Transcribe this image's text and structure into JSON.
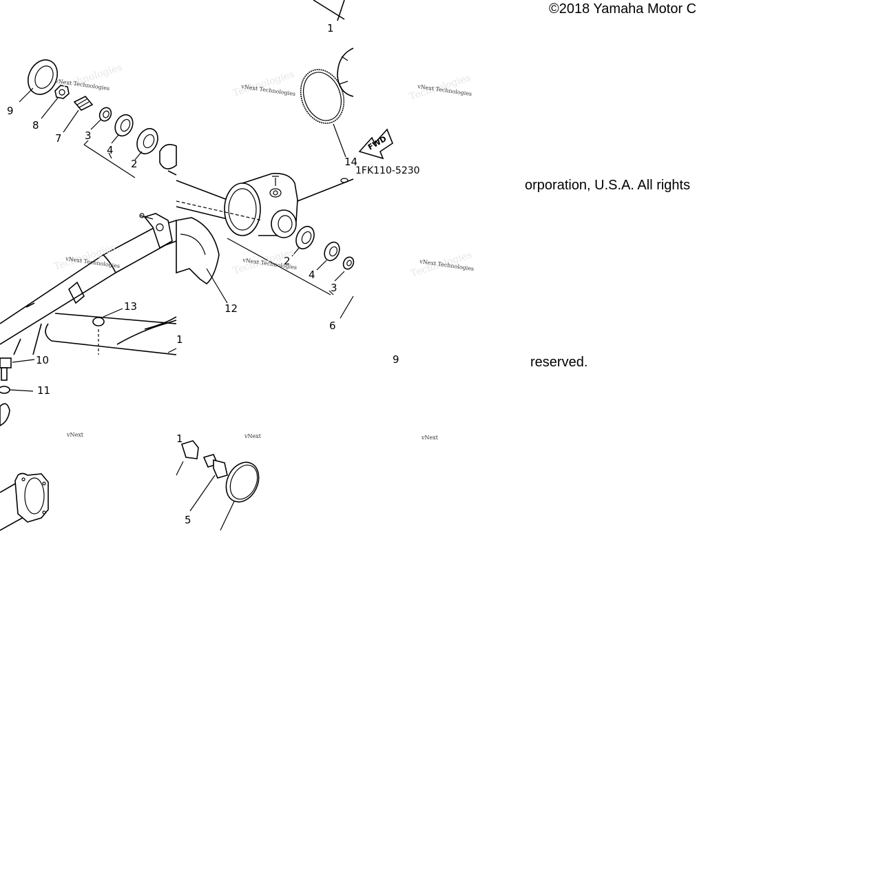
{
  "copyright": {
    "line1": "©2018 Yamaha Motor C",
    "line2": "orporation, U.S.A. All rights",
    "line3": "reserved."
  },
  "diagram": {
    "part_code": "1FK110-5230",
    "fwd_label": "FWD",
    "watermark_text": "vNext Technologies",
    "watermark_short": "vNext",
    "callouts": {
      "c1": "1",
      "c2a": "2",
      "c2b": "2",
      "c3a": "3",
      "c3b": "3",
      "c4a": "4",
      "c4b": "4",
      "c5": "5",
      "c6": "6",
      "c7": "7",
      "c8": "8",
      "c9a": "9",
      "c9b": "9",
      "c10": "10",
      "c11": "11",
      "c12": "12",
      "c13": "13",
      "c14": "14"
    }
  }
}
